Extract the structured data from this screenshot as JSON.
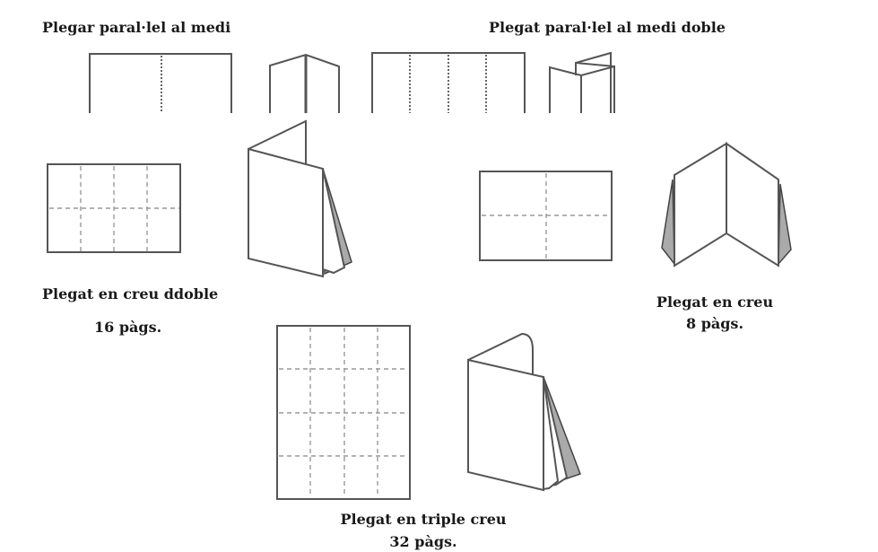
{
  "labels": {
    "parallel_half": "Plegar paral·lel al medi",
    "parallel_half_double": "Plegat paral·lel al medi doble",
    "double_cross": "Plegat en creu ddoble",
    "double_cross_pages": "16 pàgs.",
    "cross": "Plegat en creu",
    "cross_pages": "8 pàgs.",
    "triple_cross": "Plegat en triple creu",
    "triple_cross_pages": "32 pàgs."
  }
}
